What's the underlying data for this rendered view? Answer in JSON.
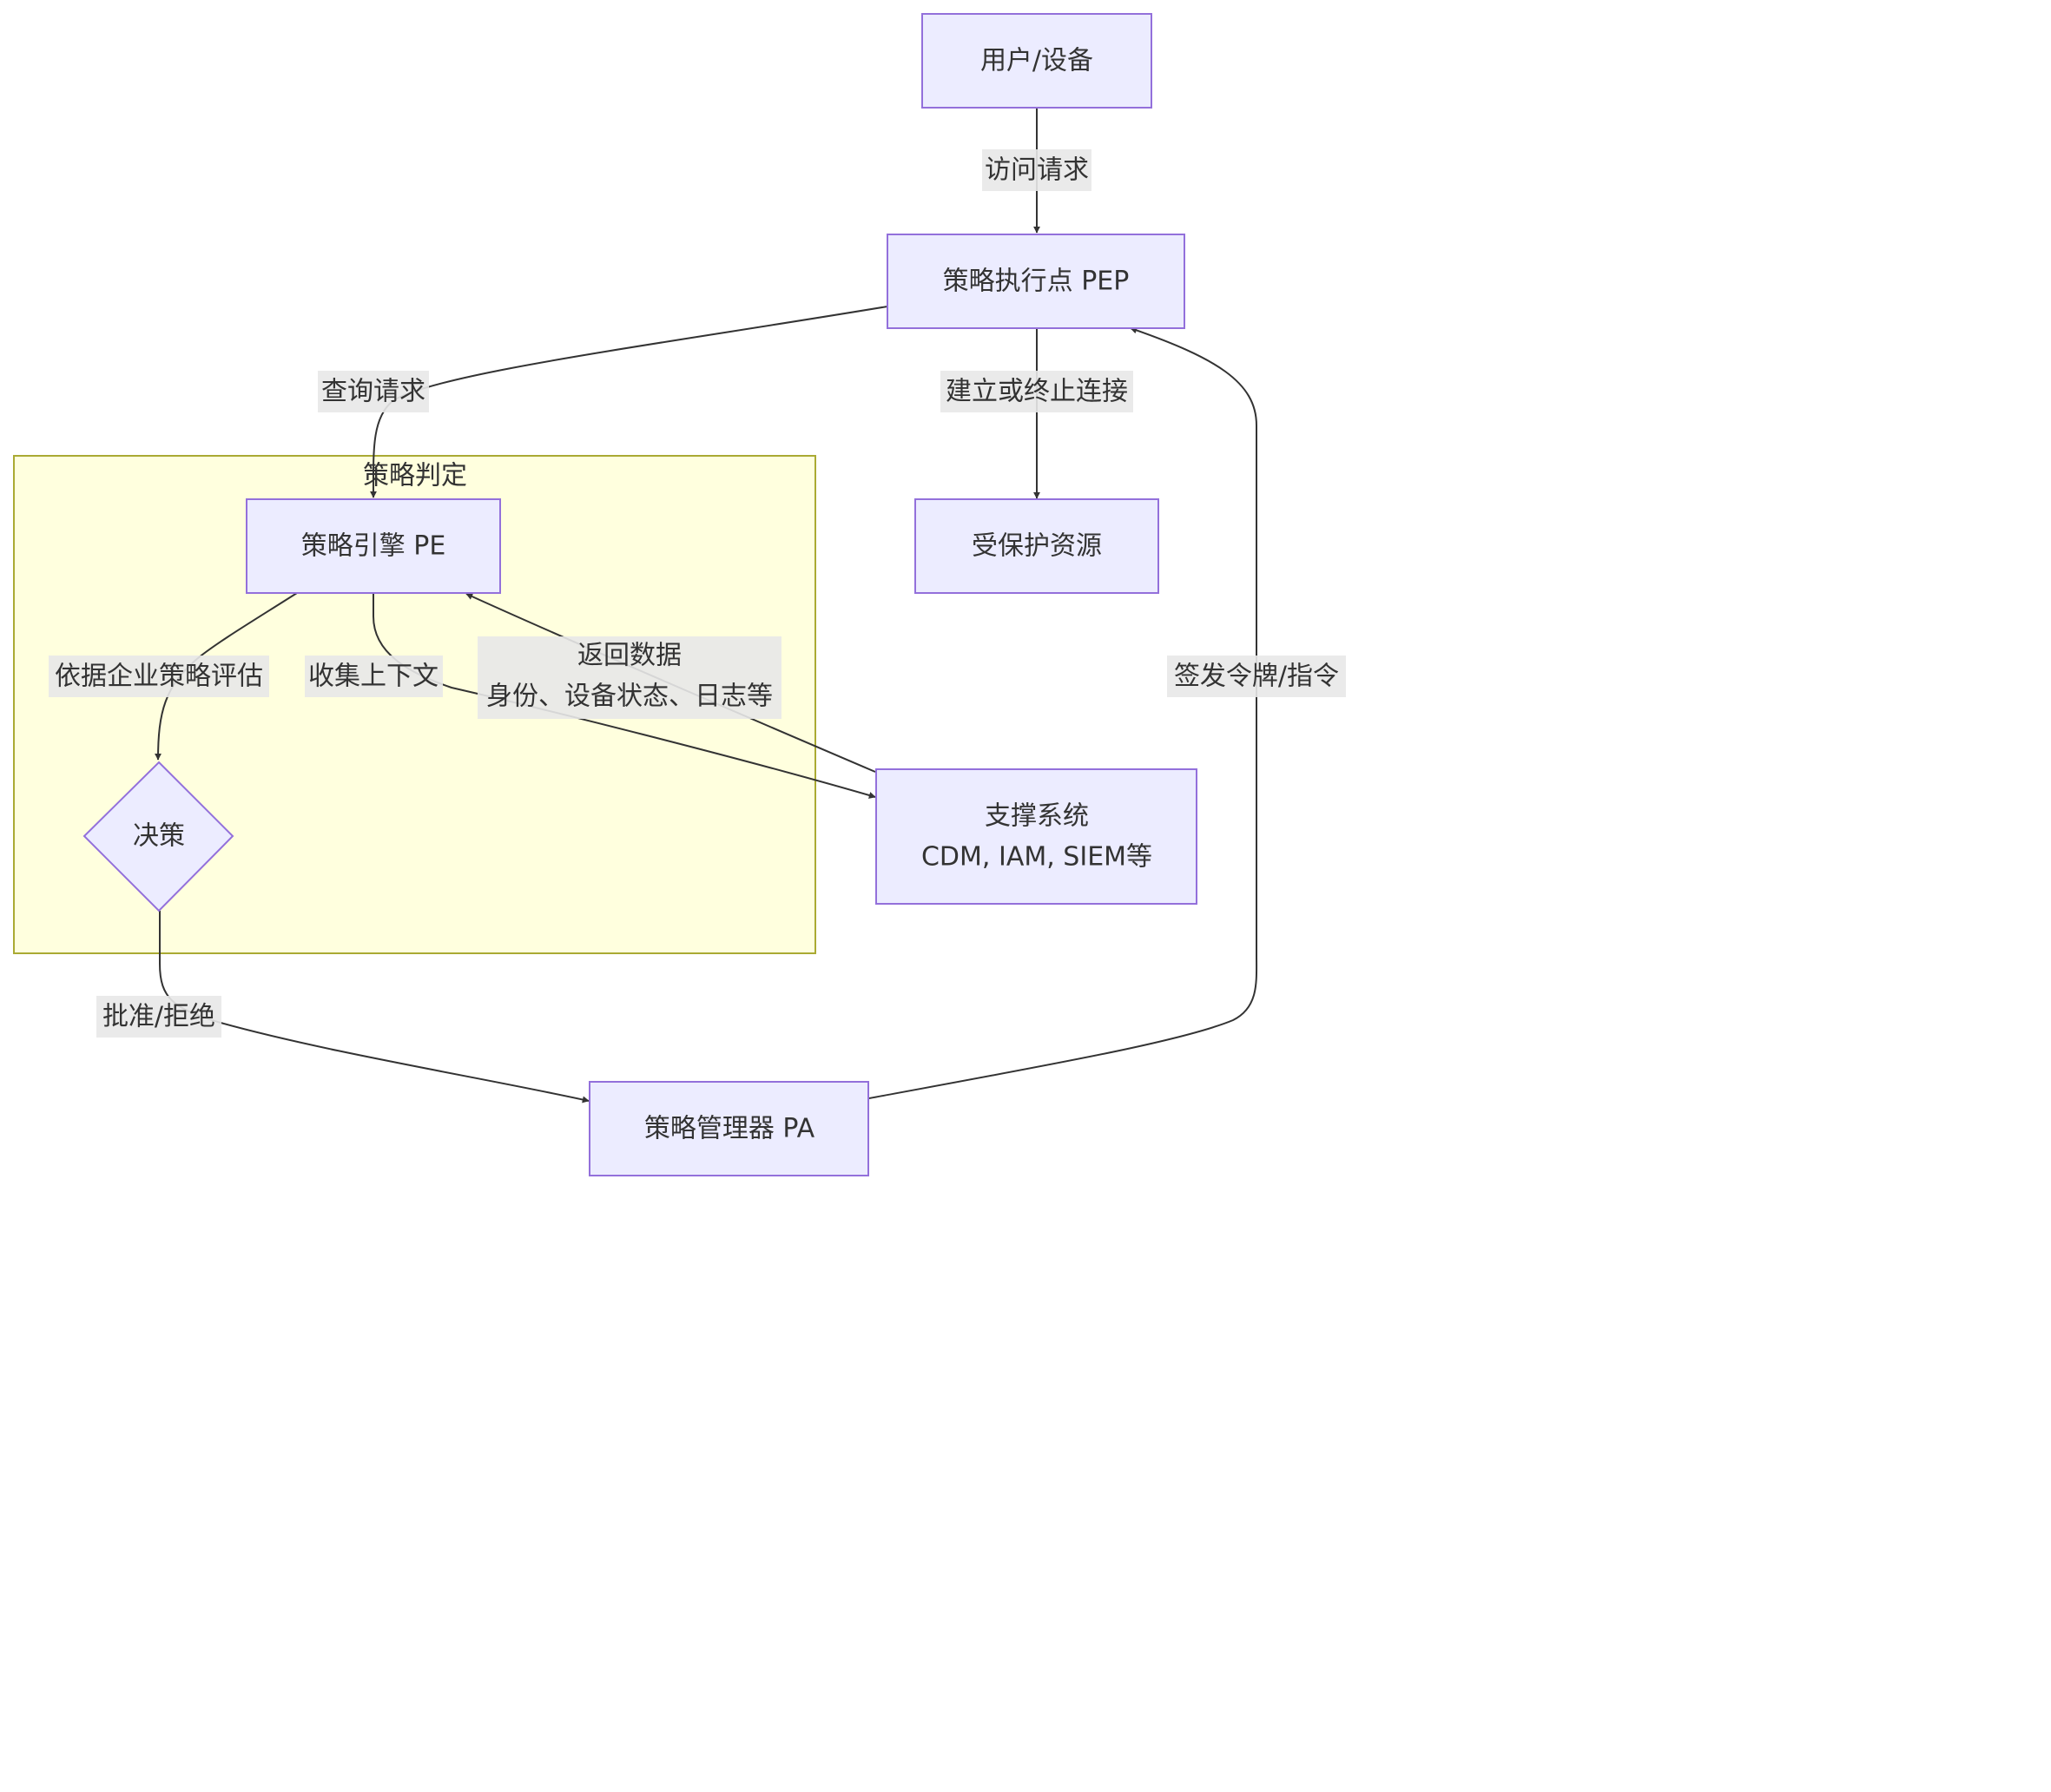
{
  "cluster": {
    "title": "策略判定"
  },
  "nodes": {
    "user_device": "用户/设备",
    "pep": "策略执行点 PEP",
    "protected_resource": "受保护资源",
    "pe": "策略引擎 PE",
    "decision": "决策",
    "support_line1": "支撑系统",
    "support_line2": "CDM, IAM, SIEM等",
    "pa": "策略管理器 PA"
  },
  "edges": {
    "access_request": "访问请求",
    "query_request": "查询请求",
    "establish_or_terminate": "建立或终止连接",
    "evaluate_policy": "依据企业策略评估",
    "collect_context": "收集上下文",
    "return_data_line1": "返回数据",
    "return_data_line2": "身份、设备状态、日志等",
    "approve_reject": "批准/拒绝",
    "issue_token": "签发令牌/指令"
  },
  "colors": {
    "node_fill": "#ECECFF",
    "node_stroke": "#9370DB",
    "cluster_fill": "#FFFFDE",
    "cluster_stroke": "#AAAA33",
    "edge": "#333333",
    "label_bg": "#E8E8E8"
  }
}
